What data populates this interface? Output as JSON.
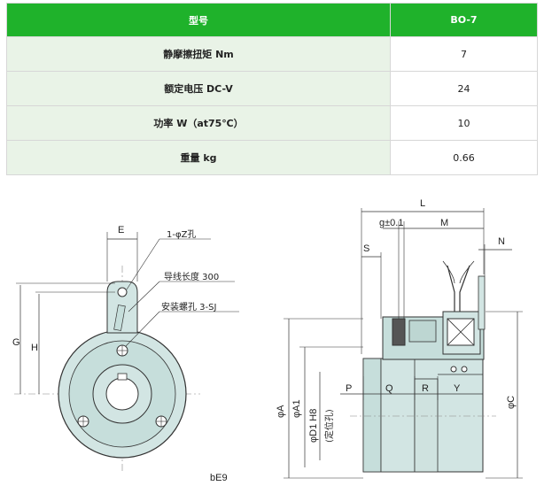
{
  "table": {
    "header": {
      "model_label": "型号",
      "model_value": "BO-7"
    },
    "rows": [
      {
        "label": "静摩擦扭矩 Nm",
        "value": "7"
      },
      {
        "label": "额定电压 DC-V",
        "value": "24"
      },
      {
        "label": "功率 W（at75℃）",
        "value": "10"
      },
      {
        "label": "重量 kg",
        "value": "0.66"
      }
    ]
  },
  "drawing": {
    "front_view": {
      "dim_e": "E",
      "hole_label": "1-φZ孔",
      "lead_label": "导线长度 300",
      "mount_label": "安装螺孔 3-SJ",
      "dim_g": "G",
      "dim_h": "H",
      "code": "bE9"
    },
    "side_view": {
      "dim_l": "L",
      "dim_g_tol": "g±0.1",
      "dim_m": "M",
      "dim_s": "S",
      "dim_n": "N",
      "dim_p": "P",
      "dim_q": "Q",
      "dim_r": "R",
      "dim_y": "Y",
      "dim_a": "φA",
      "dim_a1": "φA1",
      "dim_d1": "φD1 H8",
      "dim_d1_note": "(定位孔)",
      "dim_c": "φC"
    }
  }
}
